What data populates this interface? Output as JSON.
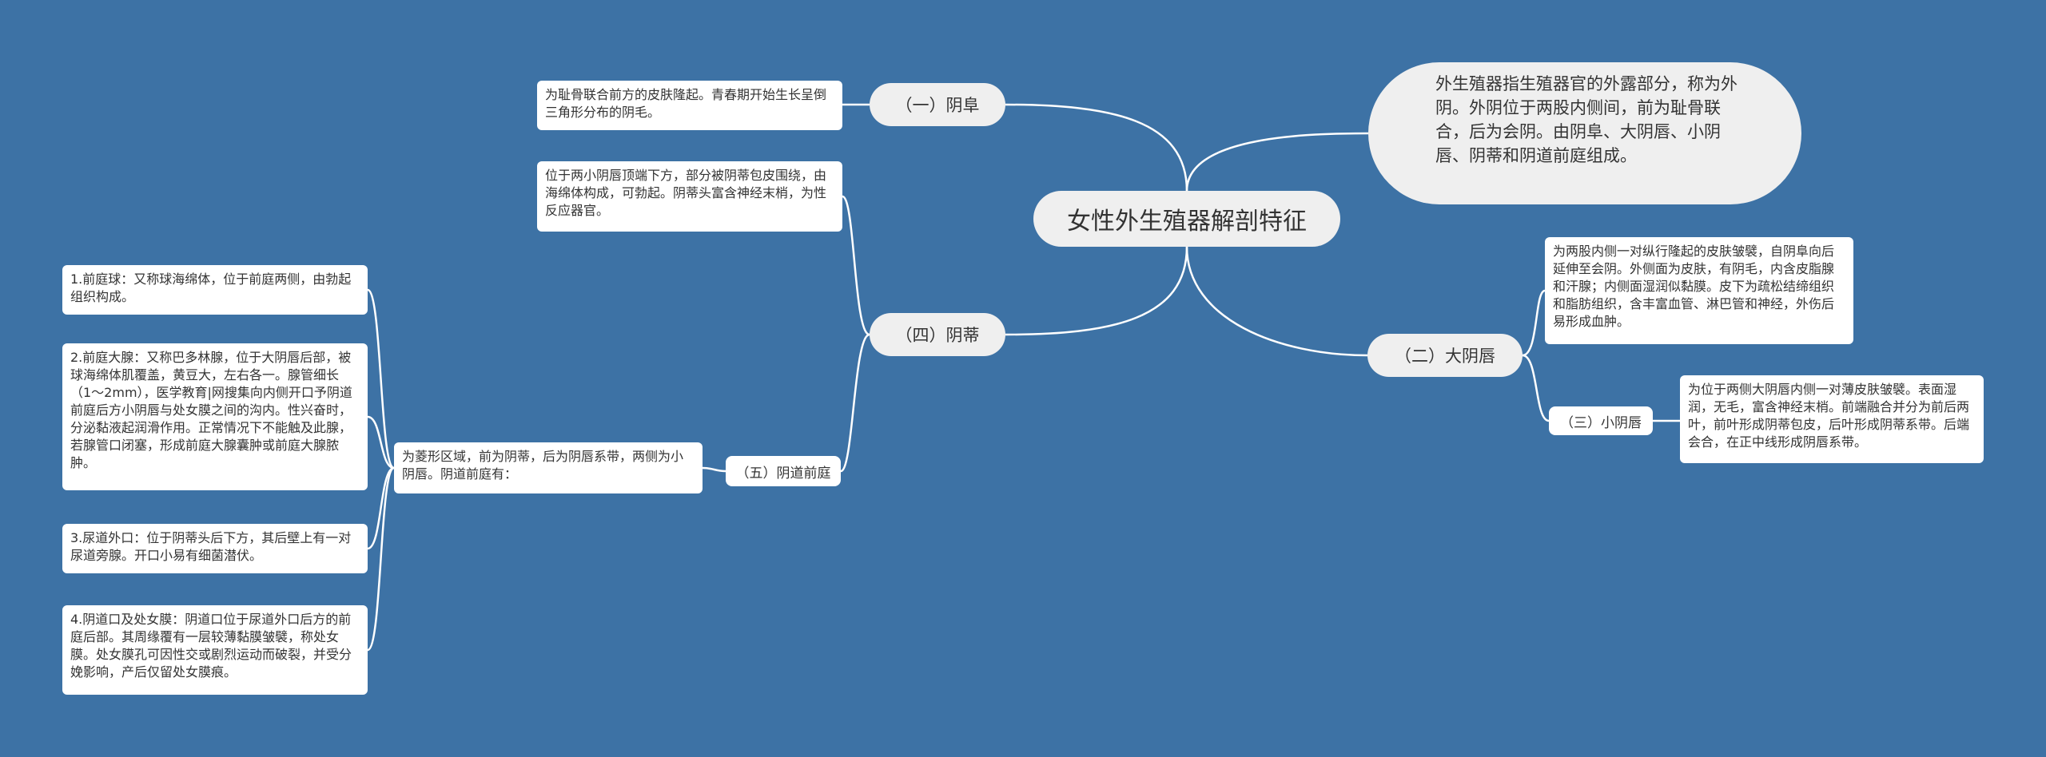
{
  "root": {
    "label": "女性外生殖器解剖特征"
  },
  "summary": {
    "text": "外生殖器指生殖器官的外露部分，称为外阴。外阴位于两股内侧间，前为耻骨联合，后为会阴。由阴阜、大阴唇、小阴唇、阴蒂和阴道前庭组成。"
  },
  "branches": {
    "mons": {
      "label": "（一）阴阜",
      "note": "为耻骨联合前方的皮肤隆起。青春期开始生长呈倒三角形分布的阴毛。"
    },
    "clitoris": {
      "label": "（四）阴蒂",
      "note": "位于两小阴唇顶端下方，部分被阴蒂包皮围绕，由海绵体构成，可勃起。阴蒂头富含神经末梢，为性反应器官。"
    },
    "labia_majora": {
      "label": "（二）大阴唇",
      "note": "为两股内侧一对纵行隆起的皮肤皱襞，自阴阜向后延伸至会阴。外侧面为皮肤，有阴毛，内含皮脂腺和汗腺；内侧面湿润似黏膜。皮下为疏松结缔组织和脂肪组织，含丰富血管、淋巴管和神经，外伤后易形成血肿。"
    },
    "labia_minora": {
      "label": "（三）小阴唇",
      "note": "为位于两侧大阴唇内侧一对薄皮肤皱襞。表面湿润，无毛，富含神经末梢。前端融合并分为前后两叶，前叶形成阴蒂包皮，后叶形成阴蒂系带。后端会合，在正中线形成阴唇系带。"
    },
    "vestibule": {
      "label": "（五）阴道前庭",
      "note": "为菱形区域，前为阴蒂，后为阴唇系带，两侧为小阴唇。阴道前庭有：",
      "details": [
        "1.前庭球：又称球海绵体，位于前庭两侧，由勃起组织构成。",
        "2.前庭大腺：又称巴多林腺，位于大阴唇后部，被球海绵体肌覆盖，黄豆大，左右各一。腺管细长（1～2mm），医学教育|网搜集向内侧开口予阴道前庭后方小阴唇与处女膜之间的沟内。性兴奋时，分泌黏液起润滑作用。正常情况下不能触及此腺，若腺管口闭塞，形成前庭大腺囊肿或前庭大腺脓肿。",
        "3.尿道外口：位于阴蒂头后下方，其后壁上有一对尿道旁腺。开口小易有细菌潜伏。",
        "4.阴道口及处女膜：阴道口位于尿道外口后方的前庭后部。其周缘覆有一层较薄黏膜皱襞，称处女膜。处女膜孔可因性交或剧烈运动而破裂，并受分娩影响，产后仅留处女膜痕。"
      ]
    }
  },
  "colors": {
    "background": "#3d72a5",
    "node_fill": "#efefef",
    "note_fill": "#ffffff",
    "link": "#ffffff"
  }
}
